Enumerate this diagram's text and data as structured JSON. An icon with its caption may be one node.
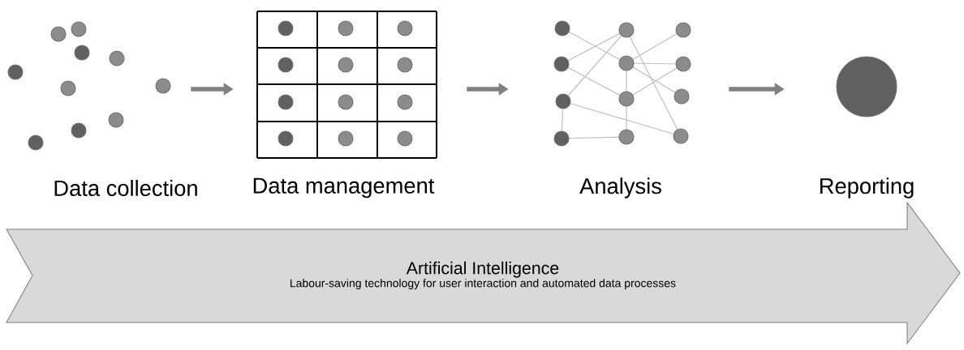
{
  "diagram": {
    "nodes": [
      {
        "text": [
          "Data collection"
        ]
      },
      {
        "text": [
          "Data management"
        ]
      },
      {
        "text": [
          "Analysis"
        ]
      },
      {
        "text": [
          "Reporting"
        ]
      },
      {
        "text": [
          "Artificial Intelligence",
          "Labour-saving technology for user interaction and automated data processes"
        ]
      }
    ],
    "edges": [
      {
        "from": 0,
        "to": 1,
        "arrow": "to"
      },
      {
        "from": 1,
        "to": 2,
        "arrow": "to"
      },
      {
        "from": 2,
        "to": 3,
        "arrow": "to"
      }
    ]
  }
}
